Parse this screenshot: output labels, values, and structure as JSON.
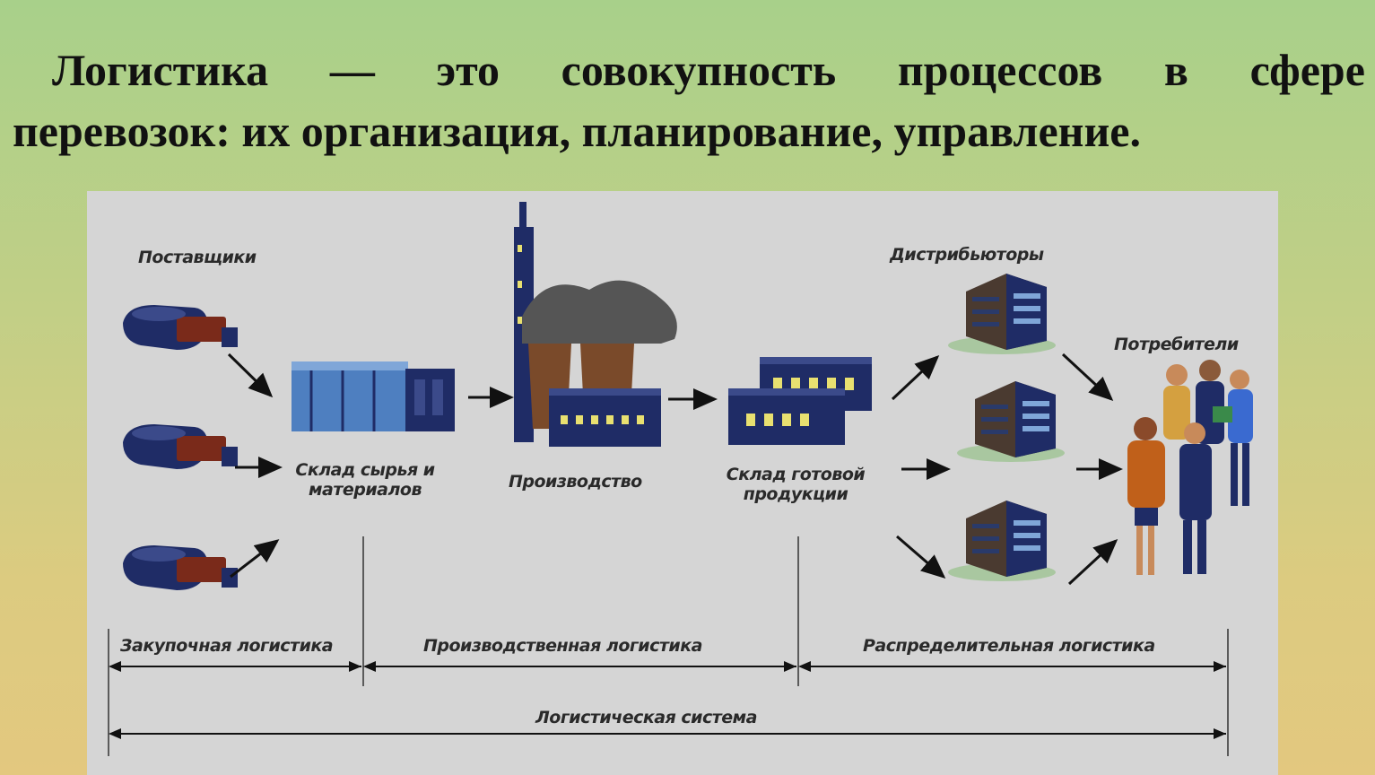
{
  "heading": {
    "words_line1": [
      "Логистика",
      "—",
      "это",
      "совокупность",
      "процессов",
      "в",
      "сфере"
    ],
    "line2": "перевозок: их организация, планирование, управление."
  },
  "diagram": {
    "suppliers_label": "Поставщики",
    "raw_warehouse_label_1": "Склад сырья и",
    "raw_warehouse_label_2": "материалов",
    "production_label": "Производство",
    "finished_warehouse_label_1": "Склад готовой",
    "finished_warehouse_label_2": "продукции",
    "distributors_label": "Дистрибьюторы",
    "consumers_label": "Потребители",
    "procurement_logistics": "Закупочная логистика",
    "production_logistics": "Производственная логистика",
    "distribution_logistics": "Распределительная логистика",
    "logistics_system": "Логистическая система"
  },
  "colors": {
    "panel_bg": "#d5d5d5",
    "building_blue": "#1f2c66",
    "smoke": "#555555",
    "ground_green": "#a9c7a0"
  }
}
